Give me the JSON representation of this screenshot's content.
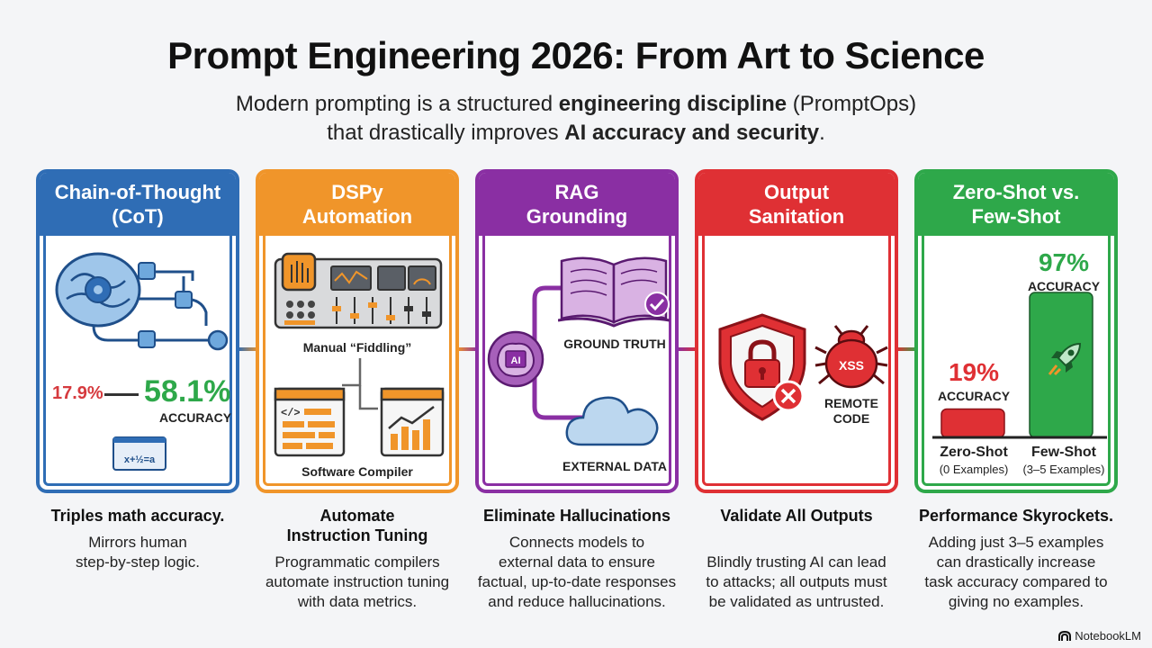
{
  "title": "Prompt Engineering 2026: From Art to Science",
  "subtitle": {
    "part1": "Modern prompting is a structured ",
    "bold1": "engineering discipline",
    "part2": " (PromptOps)",
    "part3": "that drastically improves ",
    "bold2": "AI accuracy and security",
    "part4": "."
  },
  "colors": {
    "blue": "#2f6db5",
    "orange": "#f0952a",
    "purple": "#8a2fa3",
    "red": "#df3034",
    "green": "#2ea84a"
  },
  "cards": [
    {
      "header": "Chain-of-Thought\n(CoT)",
      "from_value": "17.9%",
      "to_value": "58.1%",
      "metric_label": "ACCURACY",
      "icons": [
        "brain-gear-icon",
        "math-formula-icon"
      ],
      "summary_title": "Triples math accuracy.",
      "summary_text": "Mirrors human\nstep-by-step logic."
    },
    {
      "header": "DSPy\nAutomation",
      "manual_label": "Manual “Fiddling”",
      "compiler_label": "Software Compiler",
      "icons": [
        "hand-control-panel-icon",
        "code-window-icon",
        "chart-window-icon"
      ],
      "summary_title": "Automate\nInstruction Tuning",
      "summary_text": "Programmatic compilers\nautomate instruction tuning\nwith data metrics."
    },
    {
      "header": "RAG\nGrounding",
      "ai_label": "AI",
      "ground_truth_label": "GROUND TRUTH",
      "external_label": "EXTERNAL DATA",
      "icons": [
        "book-check-icon",
        "ai-brain-icon",
        "cloud-icon"
      ],
      "summary_title": "Eliminate Hallucinations",
      "summary_text": "Connects models to\nexternal data to ensure\nfactual, up-to-date responses\nand reduce hallucinations."
    },
    {
      "header": "Output\nSanitation",
      "bug_label": "XSS",
      "remote_label": "REMOTE\nCODE",
      "icons": [
        "shield-lock-icon",
        "bug-icon"
      ],
      "summary_title": "Validate All Outputs",
      "summary_text": "Blindly trusting AI can lead\nto attacks; all outputs must\nbe validated as untrusted."
    },
    {
      "header": "Zero-Shot vs.\nFew-Shot",
      "zero_value": "19%",
      "few_value": "97%",
      "metric_label": "ACCURACY",
      "zero_label": "Zero-Shot",
      "zero_sub": "(0 Examples)",
      "few_label": "Few-Shot",
      "few_sub": "(3–5 Examples)",
      "icons": [
        "rocket-icon"
      ],
      "summary_title": "Performance Skyrockets.",
      "summary_text": "Adding just 3–5 examples\ncan drastically increase\ntask accuracy compared to\ngiving no examples."
    }
  ],
  "chart_data": {
    "type": "bar",
    "categories": [
      "Zero-Shot",
      "Few-Shot"
    ],
    "values": [
      19,
      97
    ],
    "ylabel": "",
    "ylim": [
      0,
      100
    ]
  },
  "footer": {
    "brand": "NotebookLM"
  }
}
